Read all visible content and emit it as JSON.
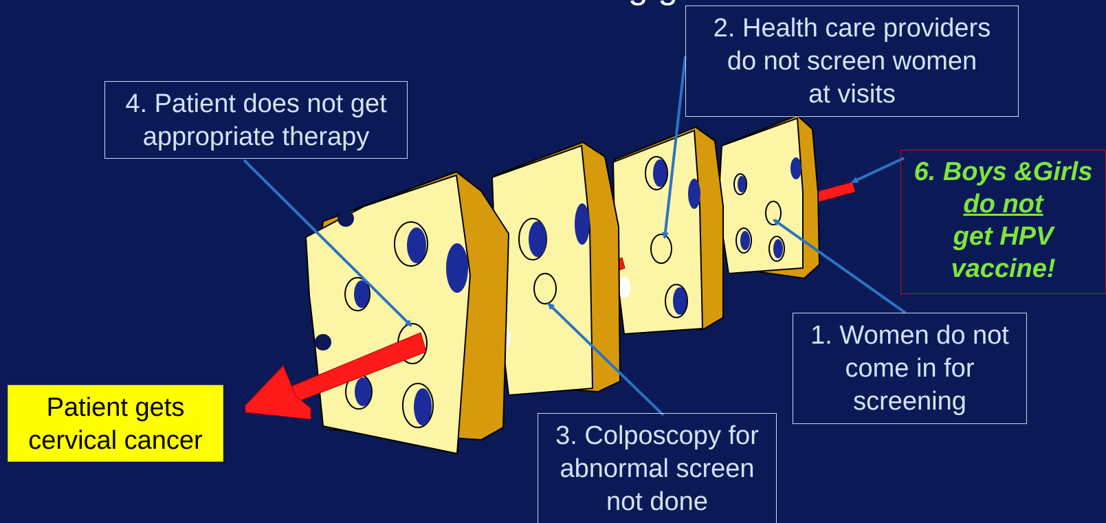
{
  "slide": {
    "title_fragment": "g                             g"
  },
  "labels": {
    "label1": {
      "lines": [
        "1. Women do not",
        "come in for",
        "screening"
      ]
    },
    "label2": {
      "lines": [
        "2. Health care providers",
        "do not screen women",
        "at visits"
      ]
    },
    "label3": {
      "lines": [
        "3. Colposcopy for",
        "abnormal screen",
        "not done"
      ]
    },
    "label4": {
      "lines": [
        "4. Patient does not get",
        "appropriate therapy"
      ]
    },
    "label6": {
      "lines": [
        "6. Boys &Girls",
        "do not",
        "get HPV",
        "vaccine!"
      ]
    },
    "outcome": {
      "lines": [
        "Patient gets",
        "cervical cancer"
      ]
    }
  },
  "colors": {
    "background": "#0b1a56",
    "cheese_face": "#fdf5a6",
    "cheese_side": "#d79a0c",
    "hole": "#1b2b9a",
    "arrow": "#ff1a1a",
    "pointer": "#2b73c4",
    "label_text": "#d4e3f6",
    "outcome_bg": "#ffff00",
    "vaccine_text": "#7ee63c",
    "vaccine_border": "#c0121d"
  }
}
